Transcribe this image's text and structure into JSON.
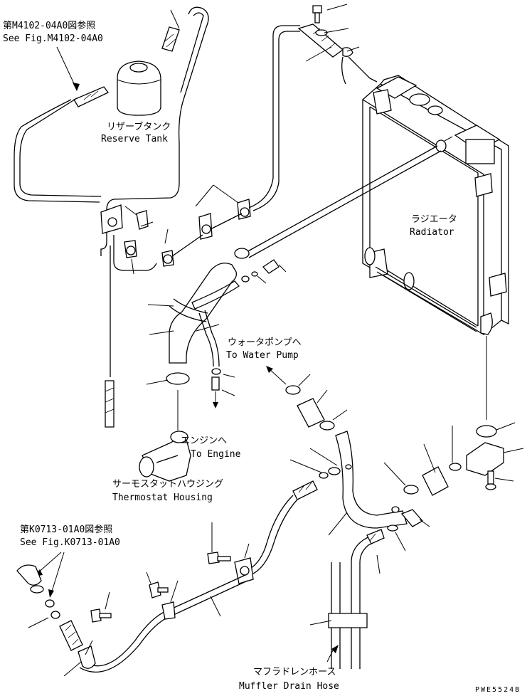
{
  "labels": {
    "reserve_tank_jp": "リザーブタンク",
    "reserve_tank_en": "Reserve Tank",
    "radiator_jp": "ラジエータ",
    "radiator_en": "Radiator",
    "water_pump_jp": "ウォータポンプへ",
    "water_pump_en": "To Water Pump",
    "engine_jp": "エンジンへ",
    "engine_en": "To Engine",
    "thermostat_jp": "サーモスタットハウジング",
    "thermostat_en": "Thermostat Housing",
    "muffler_jp": "マフラドレンホース",
    "muffler_en": "Muffler Drain Hose",
    "ref1_jp": "第M4102-04A0図参照",
    "ref1_en": "See Fig.M4102-04A0",
    "ref2_jp": "第K0713-01A0図参照",
    "ref2_en": "See Fig.K0713-01A0",
    "drawing_code": "PWE5524B"
  }
}
